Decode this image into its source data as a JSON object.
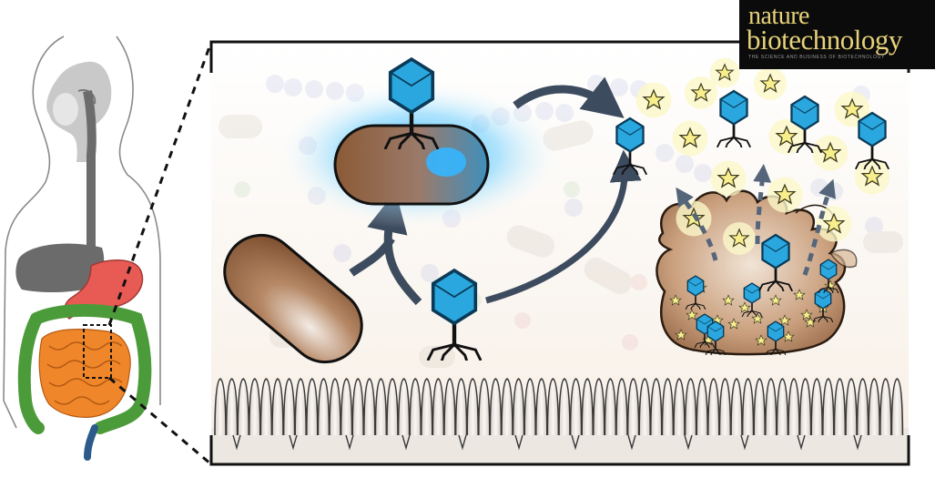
{
  "logo": {
    "line1": "nature",
    "line2": "biotechnology",
    "tagline": "THE SCIENCE AND BUSINESS OF BIOTECHNOLOGY"
  },
  "colors": {
    "bacterium": "#8b5a36",
    "phage_head": "#2aa7df",
    "infection_glow": "#35b6ff",
    "arrow": "#3d4b5f",
    "star_fill": "#f8ee8c",
    "stomach": "#e85a54",
    "small_intestine": "#f0862a",
    "large_intestine": "#4c9b3a"
  },
  "icons": [
    "human-body-icon",
    "bacterium-icon",
    "bacteriophage-icon",
    "star-icon",
    "curved-arrow-icon",
    "dashed-arrow-icon",
    "villi-icon"
  ]
}
